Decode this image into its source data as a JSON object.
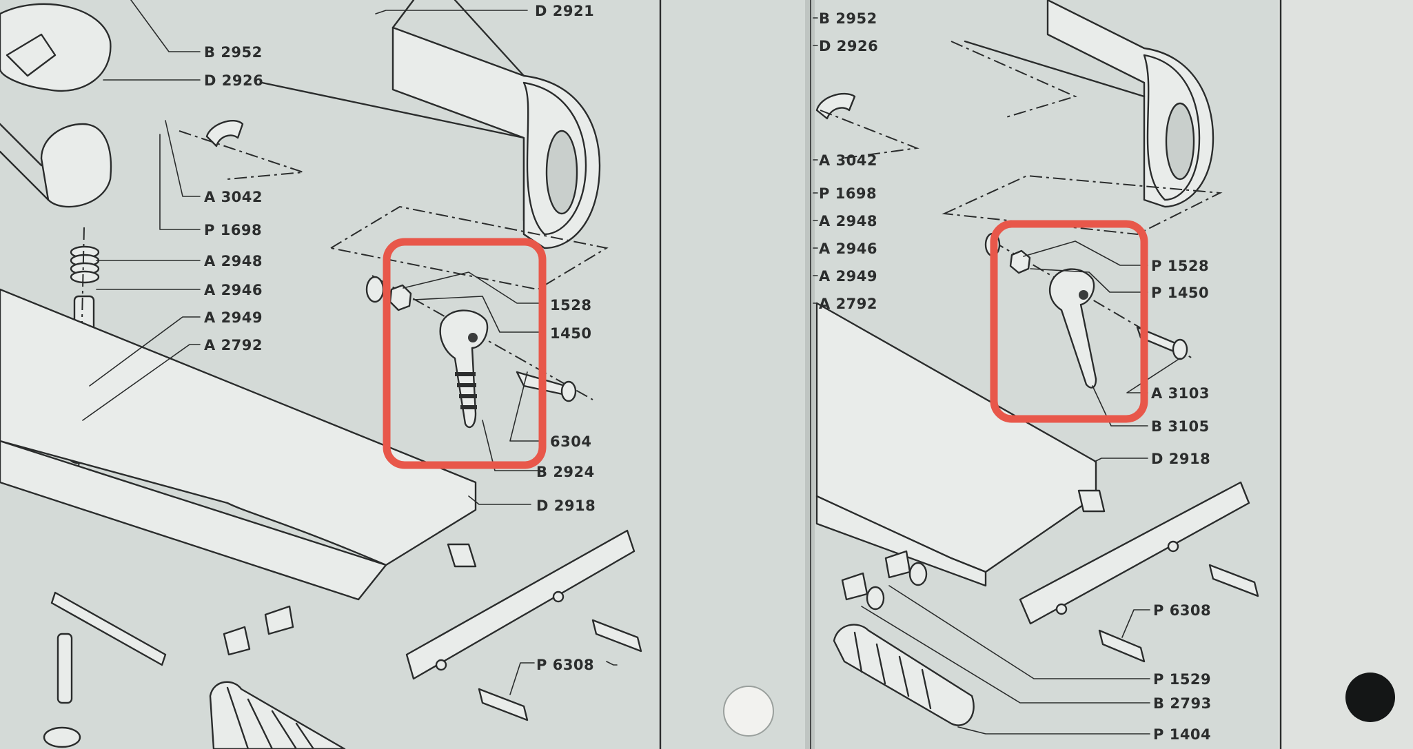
{
  "page": {
    "left_panel_labels": {
      "b2952": "B 2952",
      "d2926": "D 2926",
      "d2921": "D 2921",
      "a3042": "A 3042",
      "p1698": "P 1698",
      "a2948": "A 2948",
      "a2946": "A 2946",
      "a2949": "A 2949",
      "a2792": "A 2792",
      "n1528": "1528",
      "n1450": "1450",
      "n6304": "6304",
      "b2924": "B 2924",
      "d2918": "D 2918",
      "p6308": "P 6308"
    },
    "right_panel_labels": {
      "b2952": "B 2952",
      "d2926": "D 2926",
      "a3042": "A 3042",
      "p1698": "P 1698",
      "a2948": "A 2948",
      "a2946": "A 2946",
      "a2949": "A 2949",
      "a2792": "A 2792",
      "p1528": "P 1528",
      "p1450": "P 1450",
      "a3103": "A 3103",
      "b3105": "B 3105",
      "d2918": "D 2918",
      "p6308": "P 6308",
      "p1529": "P 1529",
      "b2793": "B 2793",
      "p1404": "P 1404"
    },
    "colors": {
      "paper": "#d4dad7",
      "ink": "#2a2c2c",
      "highlight": "#e8574a"
    },
    "highlight_boxes": 2
  }
}
